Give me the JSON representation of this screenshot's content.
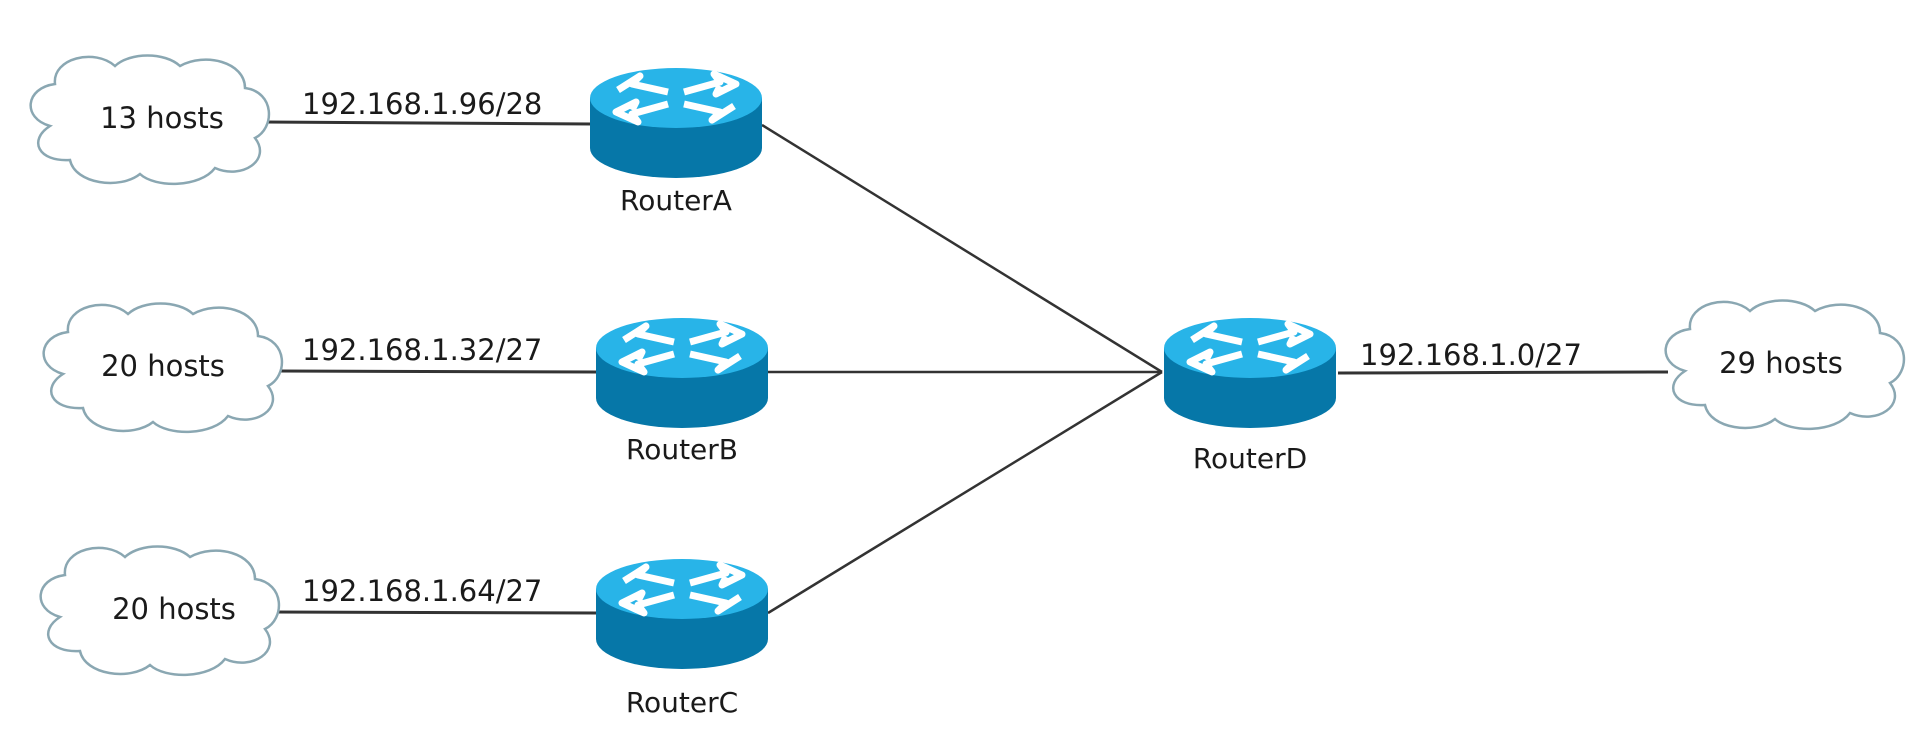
{
  "colors": {
    "router_top": "#28b4e8",
    "router_body": "#0677a8",
    "router_arrows": "#ffffff",
    "cloud_stroke": "#8aa7b2",
    "link_stroke": "#333333",
    "text": "#1a1a1a"
  },
  "routers": [
    {
      "id": "A",
      "name": "RouterA",
      "icon": "router-icon"
    },
    {
      "id": "B",
      "name": "RouterB",
      "icon": "router-icon"
    },
    {
      "id": "C",
      "name": "RouterC",
      "icon": "router-icon"
    },
    {
      "id": "D",
      "name": "RouterD",
      "icon": "router-icon"
    }
  ],
  "clouds": [
    {
      "id": "a",
      "label": "13 hosts",
      "icon": "cloud-icon"
    },
    {
      "id": "b",
      "label": "20 hosts",
      "icon": "cloud-icon"
    },
    {
      "id": "c",
      "label": "20 hosts",
      "icon": "cloud-icon"
    },
    {
      "id": "d",
      "label": "29 hosts",
      "icon": "cloud-icon"
    }
  ],
  "subnets": [
    {
      "id": "a",
      "label": "192.168.1.96/28"
    },
    {
      "id": "b",
      "label": "192.168.1.32/27"
    },
    {
      "id": "c",
      "label": "192.168.1.64/27"
    },
    {
      "id": "d",
      "label": "192.168.1.0/27"
    }
  ],
  "links": [
    {
      "from": "cloud-a",
      "to": "RouterA"
    },
    {
      "from": "cloud-b",
      "to": "RouterB"
    },
    {
      "from": "cloud-c",
      "to": "RouterC"
    },
    {
      "from": "RouterD",
      "to": "cloud-d"
    },
    {
      "from": "RouterA",
      "to": "RouterD"
    },
    {
      "from": "RouterB",
      "to": "RouterD"
    },
    {
      "from": "RouterC",
      "to": "RouterD"
    }
  ]
}
